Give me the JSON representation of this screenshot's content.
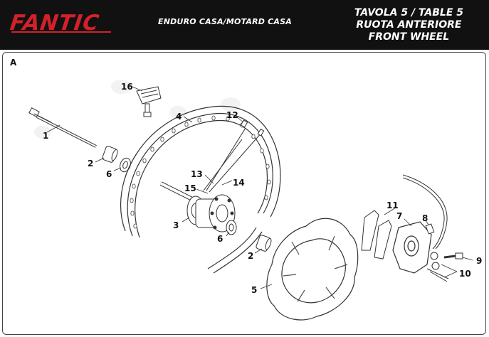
{
  "header": {
    "brand": "FANTIC",
    "model": "ENDURO CASA/MOTARD CASA",
    "table": "TAVOLA 5  /  TABLE 5",
    "title_it": "RUOTA ANTERIORE",
    "title_en": "FRONT WHEEL"
  },
  "section_label": "A",
  "colors": {
    "brand_red": "#d4202a",
    "header_bg": "#111111"
  },
  "parts": {
    "p1": "1",
    "p2a": "2",
    "p2b": "2",
    "p3": "3",
    "p4": "4",
    "p5": "5",
    "p6a": "6",
    "p6b": "6",
    "p7": "7",
    "p8": "8",
    "p9": "9",
    "p10": "10",
    "p11": "11",
    "p12": "12",
    "p13": "13",
    "p14": "14",
    "p15": "15",
    "p16": "16"
  }
}
